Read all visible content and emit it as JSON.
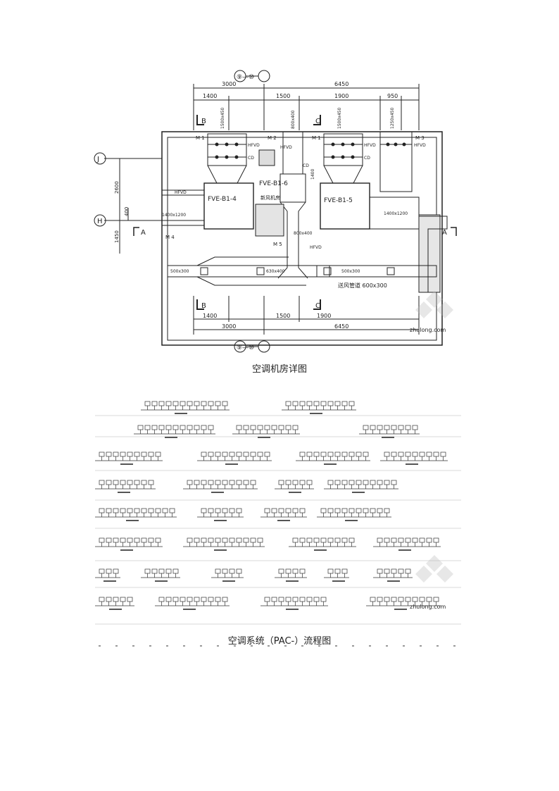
{
  "figure1": {
    "caption": "空调机房详图",
    "axis_top": "⑨—⑩",
    "axis_bottom": "⑨—⑩",
    "axis_left": [
      "J",
      "H"
    ],
    "dims_top_row1": [
      "3000",
      "6450"
    ],
    "dims_top_row2": [
      "1400",
      "1500",
      "1900",
      "950"
    ],
    "dims_bottom_row1": [
      "1400",
      "1500",
      "1900"
    ],
    "dims_bottom_row2": [
      "3000",
      "6450"
    ],
    "dims_left": [
      "2600",
      "400",
      "1450"
    ],
    "section_marks": [
      "B",
      "C",
      "B",
      "C"
    ],
    "side_marks": [
      "A",
      "A"
    ],
    "units": [
      "FVE-B1-4",
      "FVE-B1-5",
      "FVE-B1-6"
    ],
    "room_label": "新风机房",
    "tags": [
      "M 1",
      "M 2",
      "M 1",
      "M 3",
      "M 4",
      "M 5"
    ],
    "valves": [
      "HFVD",
      "HFVD",
      "HFVD",
      "HFVD",
      "HFVD",
      "HFVD"
    ],
    "dampers": [
      "CD",
      "CD",
      "CD"
    ],
    "duct_sizes": {
      "left_in": "1400x1200",
      "right_in": "1400x1200",
      "v1": "1500x450",
      "v2": "800x400",
      "v3": "1500x450",
      "v4": "1250x450",
      "mid_drop": "800x400",
      "dim_1400": "1400",
      "bottom_left": "500x300",
      "bottom_mid": "630x400",
      "bottom_right": "500x300",
      "main_duct": "送风管道 600x300"
    },
    "watermark": "zhulong.com"
  },
  "figure2": {
    "caption": "空调系统（PAC-）流程图",
    "watermark": "zhulong.com"
  }
}
